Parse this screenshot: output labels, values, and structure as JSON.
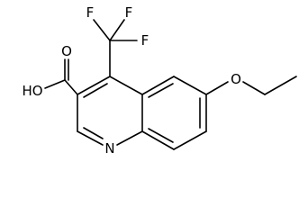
{
  "molecule": {
    "atom_labels": {
      "f_top_left": "F",
      "f_top_right": "F",
      "f_right": "F",
      "hydroxyl": "HO",
      "carbonyl_o": "O",
      "ether_o": "O",
      "ring_n": "N"
    },
    "colors": {
      "bond": "#000000",
      "label": "#000000",
      "background": "#ffffff"
    }
  }
}
